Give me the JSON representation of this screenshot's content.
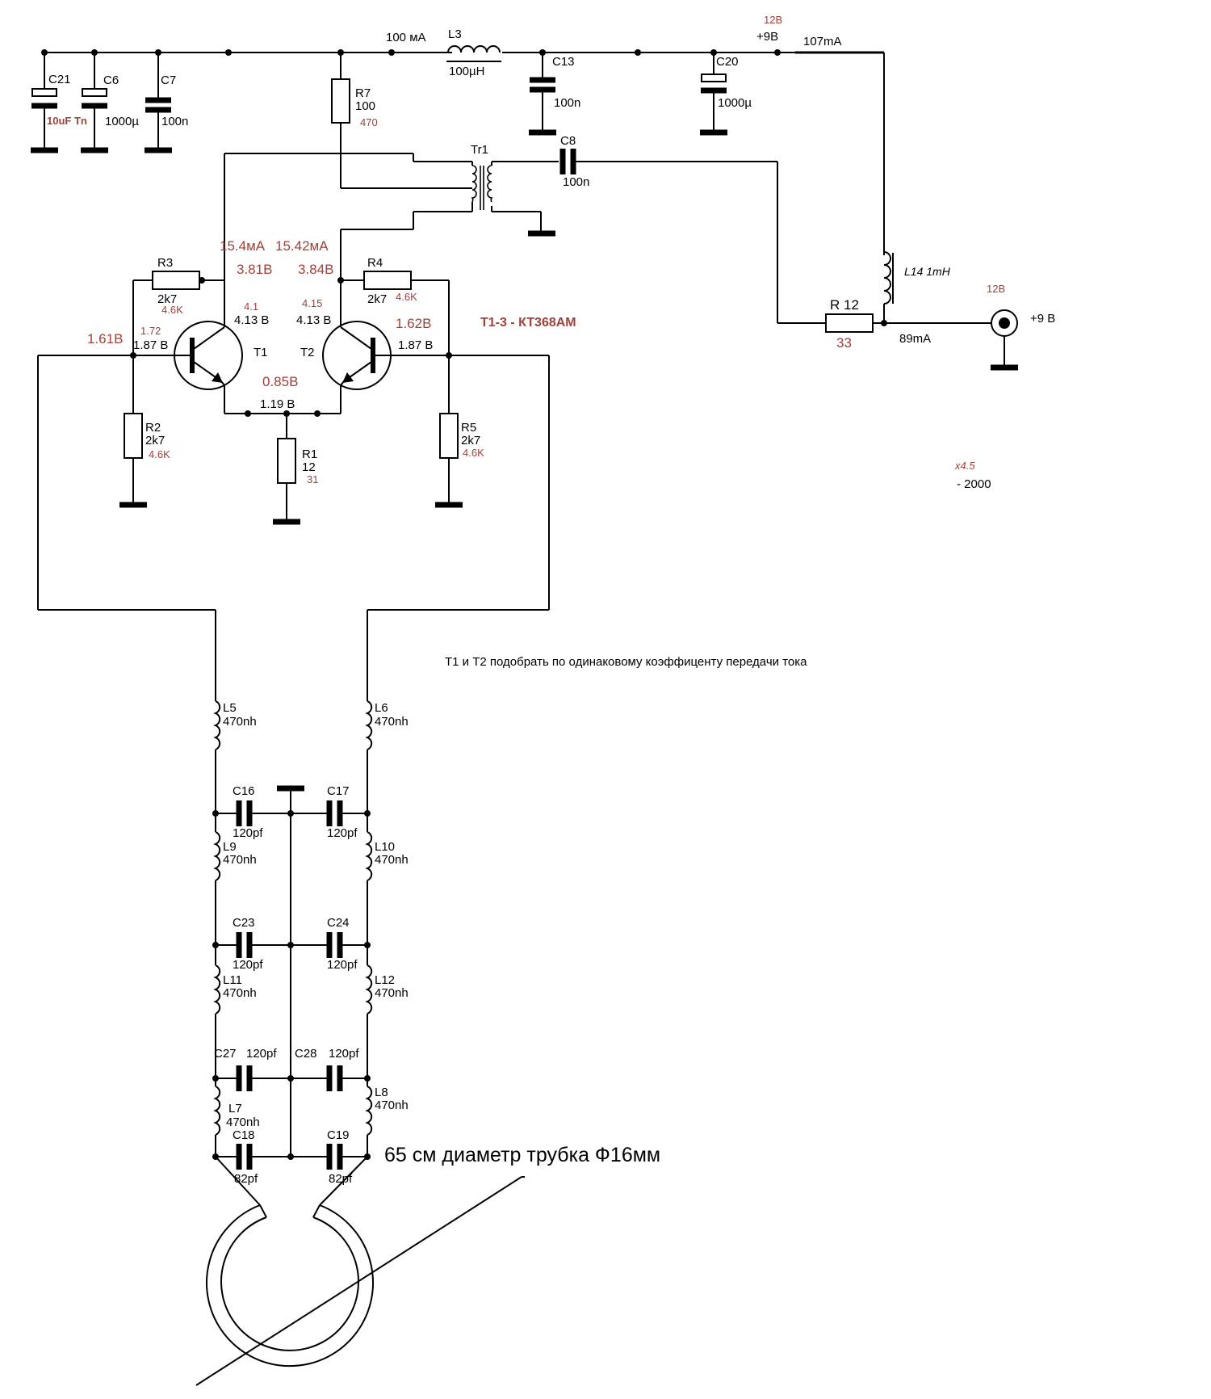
{
  "labels": {
    "c21": "C21",
    "c21_val": "10uF Tn",
    "c6": "C6",
    "c6_val": "1000µ",
    "c7": "C7",
    "c7_val": "100n",
    "r7": "R7",
    "r7_val": "100",
    "r7_meas": "470",
    "supply_current": "100 мА",
    "l3": "L3",
    "l3_val": "100µH",
    "c13": "C13",
    "c13_val": "100n",
    "c20": "C20",
    "c20_val": "1000µ",
    "v12_top": "12В",
    "v9_top": "+9В",
    "i107": "107mA",
    "tr1": "Tr1",
    "c8": "C8",
    "c8_val": "100n",
    "l14": "L14 1mH",
    "r12": "R 12",
    "r12_val": "33",
    "i89": "89mA",
    "v12_conn": "12В",
    "v9_conn": "+9 В",
    "ic1": "15.4мА",
    "ic2": "15.42мА",
    "vc1_meas": "3.81В",
    "vc2_meas": "3.84В",
    "r3": "R3",
    "r3_val": "2k7",
    "r3_meas": "4.6K",
    "r4": "R4",
    "r4_val": "2k7",
    "r4_meas": "4.6K",
    "t1_vc_meas": "4.1",
    "t1_vc": "4.13 В",
    "t2_vc_meas": "4.15",
    "t2_vc": "4.13 В",
    "vb1_meas_big": "1.61В",
    "vb1_meas": "1.72",
    "vb1": "1.87 В",
    "t1": "T1",
    "t2": "T2",
    "vb2_meas": "1.62В",
    "vb2": "1.87 В",
    "transistor_type": "T1-3 - КТ368АМ",
    "ve_meas": "0.85В",
    "ve": "1.19 В",
    "r2": "R2",
    "r2_val": "2k7",
    "r2_meas": "4.6K",
    "r1": "R1",
    "r1_val": "12",
    "r1_meas": "31",
    "r5": "R5",
    "r5_val": "2k7",
    "r5_meas": "4.6K",
    "x45": "x4.5",
    "minus2000": "- 2000",
    "note": "Т1 и Т2 подобрать по одинаковому коэффиценту передачи тока",
    "l5": "L5",
    "l5_val": "470nh",
    "l6": "L6",
    "l6_val": "470nh",
    "c16": "C16",
    "c16_val": "120pf",
    "c17": "C17",
    "c17_val": "120pf",
    "l9": "L9",
    "l9_val": "470nh",
    "l10": "L10",
    "l10_val": "470nh",
    "c23": "C23",
    "c23_val": "120pf",
    "c24": "C24",
    "c24_val": "120pf",
    "l11": "L11",
    "l11_val": "470nh",
    "l12": "L12",
    "l12_val": "470nh",
    "c27": "C27",
    "c27_val": "120pf",
    "c28": "C28",
    "c28_val": "120pf",
    "l7": "L7",
    "l7_val": "470nh",
    "l8": "L8",
    "l8_val": "470nh",
    "c18": "C18",
    "c18_val": "82pf",
    "c19": "C19",
    "c19_val": "82pf",
    "loop_note": "65 см диаметр трубка Ф16мм"
  }
}
